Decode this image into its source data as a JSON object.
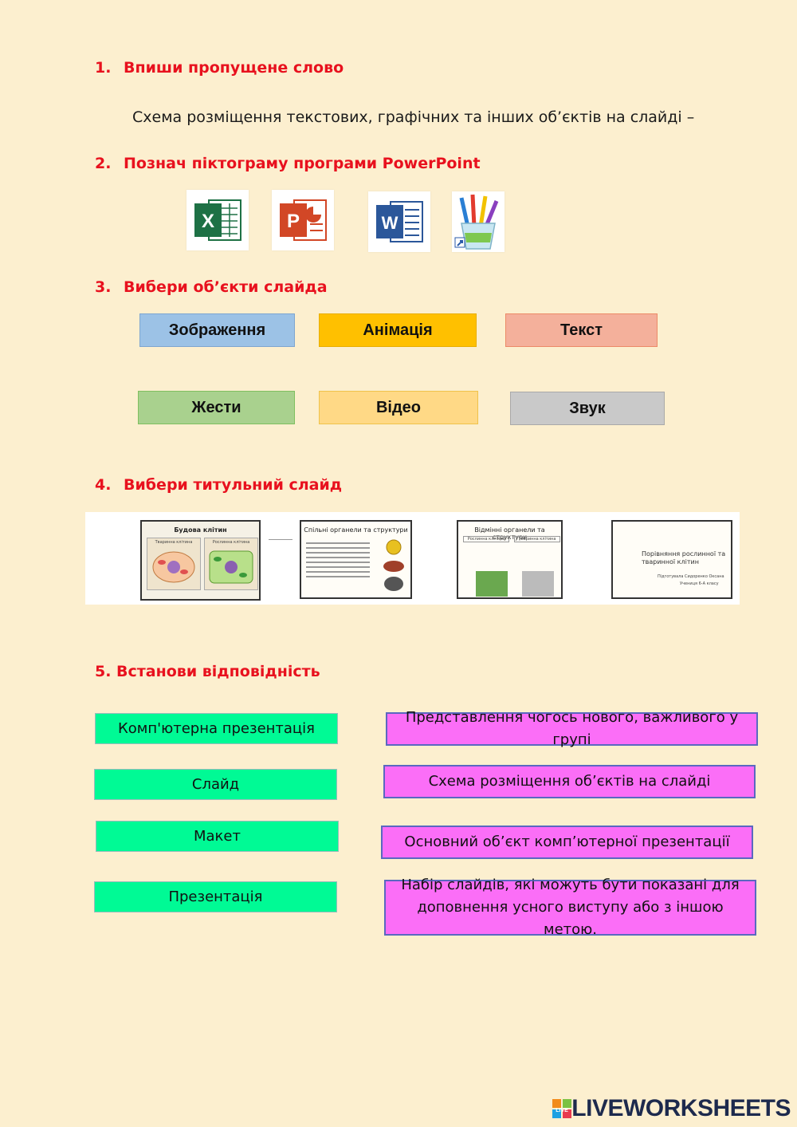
{
  "q1": {
    "num": "1.",
    "title": "Впиши пропущене слово",
    "sentence": "Схема розміщення текстових, графічних та інших об’єктів на слайді –"
  },
  "q2": {
    "num": "2.",
    "title": "Познач піктограму програми PowerPoint",
    "icons": [
      "excel-icon",
      "powerpoint-icon",
      "word-icon",
      "paint-icon"
    ],
    "icon_letters": {
      "excel": "X",
      "powerpoint": "P",
      "word": "W"
    }
  },
  "q3": {
    "num": "3.",
    "title": "Вибери об’єкти слайда",
    "options": [
      {
        "label": "Зображення",
        "color": "#9cc2e6"
      },
      {
        "label": "Анімація",
        "color": "#ffc000"
      },
      {
        "label": "Текст",
        "color": "#f4b09b"
      },
      {
        "label": "Жести",
        "color": "#a9d18e"
      },
      {
        "label": "Відео",
        "color": "#ffd986"
      },
      {
        "label": "Звук",
        "color": "#c9c9c9"
      }
    ]
  },
  "q4": {
    "num": "4.",
    "title": "Вибери титульний слайд",
    "slides": [
      {
        "title": "Будова клітин",
        "sub_left": "Тваринна клітина",
        "sub_right": "Рослинна клітина"
      },
      {
        "title": "Спільні органели та структури"
      },
      {
        "title": "Відмінні органели та структури",
        "sub_left": "Рослинна клітина",
        "sub_right": "Тваринна клітина"
      },
      {
        "title": "Порівняння рослинної та тваринної клітин",
        "author": "Підготувала Сидоренко Оксана",
        "class": "Учениця 6-А класу"
      }
    ]
  },
  "q5": {
    "title": "5. Встанови відповідність",
    "left": [
      "Комп'ютерна презентація",
      "Слайд",
      "Макет",
      "Презентація"
    ],
    "right": [
      "Представлення чогось нового, важливого у групі",
      "Схема розміщення об’єктів на слайді",
      "Основний об’єкт комп’ютерної презентації",
      "Набір слайдів, які можуть бути показані для доповнення усного виступу або з іншою метою."
    ]
  },
  "branding": {
    "logo_text": "LIVEWORKSHEETS",
    "logo_badge": "LIVE"
  },
  "colors": {
    "title_red": "#e8111e",
    "match_left": "#00fa95",
    "match_right": "#fb6ef7",
    "page_bg": "#fcefcf"
  }
}
